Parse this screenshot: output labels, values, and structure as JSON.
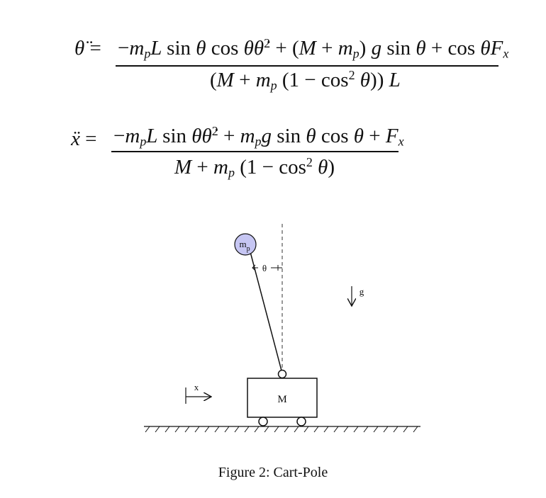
{
  "equations": {
    "theta_ddot": {
      "lhs": "θ̈ =",
      "numerator": "−m_pL sin θ cos θ θ̇² + (M + m_p) g sin θ + cos θ F_x",
      "denominator": "(M + m_p (1 − cos² θ)) L"
    },
    "x_ddot": {
      "lhs": "ẍ =",
      "numerator": "−m_pL sin θ θ̇² + m_pg sin θ cos θ + F_x",
      "denominator": "M + m_p (1 − cos² θ)"
    }
  },
  "diagram": {
    "pendulum_mass_label": "m_p",
    "cart_label": "M",
    "angle_label": "θ",
    "gravity_label": "g",
    "position_label": "x"
  },
  "caption": "Figure 2: Cart-Pole"
}
